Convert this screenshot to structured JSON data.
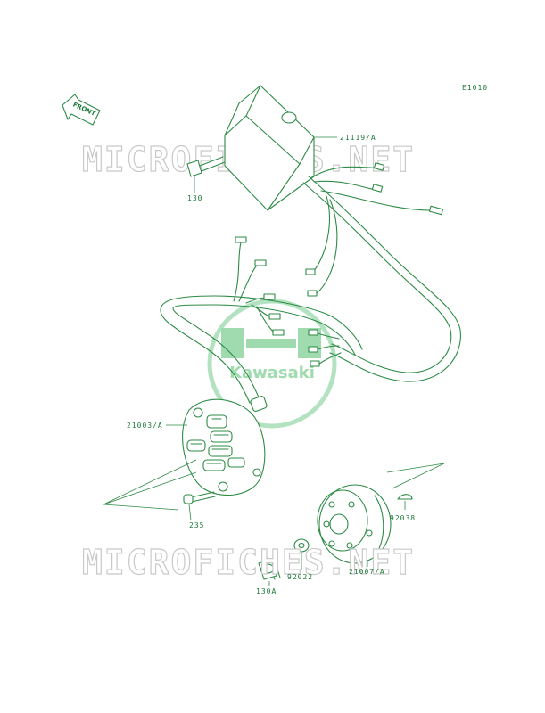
{
  "diagram_code": "E1010",
  "front_label": "FRONT",
  "watermark_text": "MICROFICHES.NET",
  "logo_text": "Kawasaki",
  "parts": {
    "cdi_unit": "21119/A",
    "bolt_130": "130",
    "stator": "21003/A",
    "screw_235": "235",
    "bolt_130a": "130A",
    "washer_92022": "92022",
    "rotor": "21007/A",
    "key_92038": "92038"
  },
  "colors": {
    "line": "#2e8b46",
    "label": "#1f7a3a",
    "logo": "#7fcf94",
    "watermark": "#c9c9c9"
  }
}
